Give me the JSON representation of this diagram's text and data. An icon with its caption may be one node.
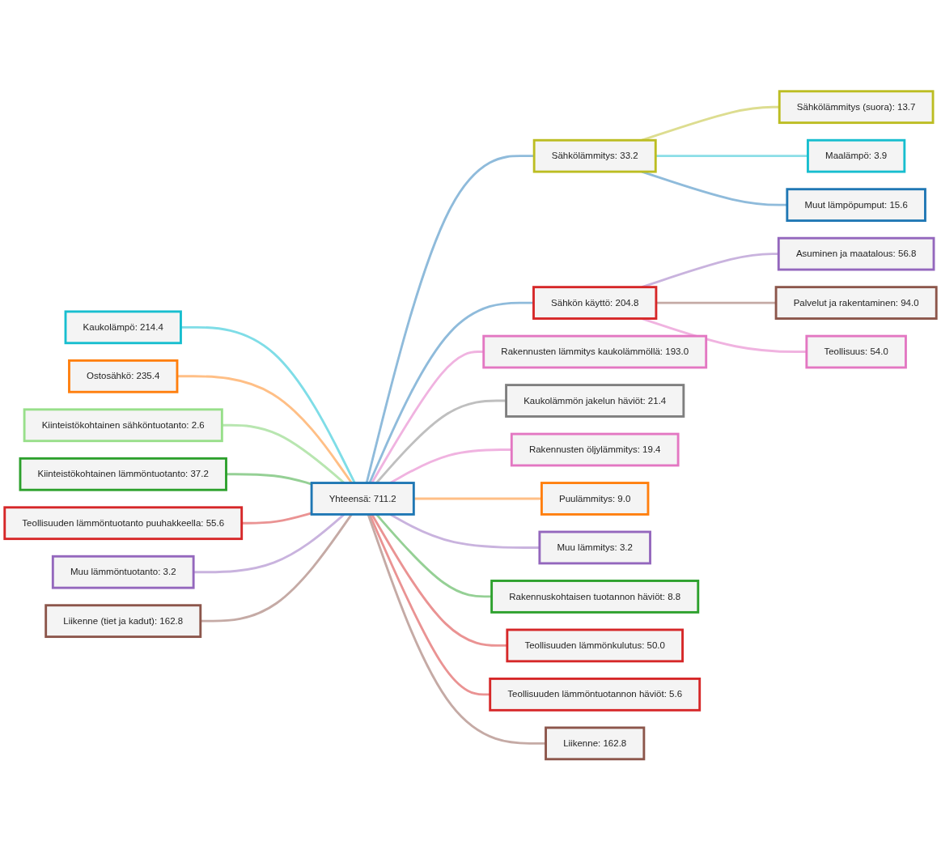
{
  "diagram": {
    "nodes": [
      {
        "text": [
          "Kaukolämpö: 214.4"
        ]
      },
      {
        "text": [
          "Ostosähkö: 235.4"
        ]
      },
      {
        "text": [
          "Kiinteistökohtainen sähköntuotanto: 2.6"
        ]
      },
      {
        "text": [
          "Kiinteistökohtainen lämmöntuotanto: 37.2"
        ]
      },
      {
        "text": [
          "Teollisuuden lämmöntuotanto puuhakkeella: 55.6"
        ]
      },
      {
        "text": [
          "Muu lämmöntuotanto: 3.2"
        ]
      },
      {
        "text": [
          "Liikenne (tiet ja kadut): 162.8"
        ]
      },
      {
        "text": [
          "Yhteensä: 711.2"
        ]
      },
      {
        "text": [
          "Sähkölämmitys: 33.2"
        ]
      },
      {
        "text": [
          "Sähkön käyttö: 204.8"
        ]
      },
      {
        "text": [
          "Rakennusten lämmitys kaukolämmöllä: 193.0"
        ]
      },
      {
        "text": [
          "Kaukolämmön jakelun häviöt: 21.4"
        ]
      },
      {
        "text": [
          "Rakennusten öljylämmitys: 19.4"
        ]
      },
      {
        "text": [
          "Sähkölämmitys (suora): 13.7"
        ]
      },
      {
        "text": [
          "Maalämpö: 3.9"
        ]
      },
      {
        "text": [
          "Muut lämpöpumput: 15.6"
        ]
      },
      {
        "text": [
          "Puulämmitys: 9.0"
        ]
      },
      {
        "text": [
          "Muu lämmitys: 3.2"
        ]
      },
      {
        "text": [
          "Rakennuskohtaisen tuotannon häviöt: 8.8"
        ]
      },
      {
        "text": [
          "Asuminen ja maatalous: 56.8"
        ]
      },
      {
        "text": [
          "Palvelut ja rakentaminen: 94.0"
        ]
      },
      {
        "text": [
          "Teollisuus: 54.0"
        ]
      },
      {
        "text": [
          "Teollisuuden lämmönkulutus: 50.0"
        ]
      },
      {
        "text": [
          "Teollisuuden lämmöntuotannon häviöt: 5.6"
        ]
      },
      {
        "text": [
          "Liikenne: 162.8"
        ]
      }
    ],
    "edges": [
      {
        "from": 0,
        "to": 7,
        "arrow": "none",
        "color": "#7fdde7"
      },
      {
        "from": 1,
        "to": 7,
        "arrow": "none",
        "color": "#ffbf86"
      },
      {
        "from": 2,
        "to": 7,
        "arrow": "none",
        "color": "#b8e6b0"
      },
      {
        "from": 3,
        "to": 7,
        "arrow": "none",
        "color": "#95d095"
      },
      {
        "from": 4,
        "to": 7,
        "arrow": "none",
        "color": "#ea9393"
      },
      {
        "from": 5,
        "to": 7,
        "arrow": "none",
        "color": "#c9b3de"
      },
      {
        "from": 6,
        "to": 7,
        "arrow": "none",
        "color": "#c5aaa5"
      },
      {
        "from": 7,
        "to": 10,
        "arrow": "none",
        "color": "#f0b3e0"
      },
      {
        "from": 7,
        "to": 11,
        "arrow": "none",
        "color": "#bfbfbf"
      },
      {
        "from": 7,
        "to": 12,
        "arrow": "none",
        "color": "#f0b3e0"
      },
      {
        "from": 7,
        "to": 8,
        "arrow": "none",
        "color": "#8fbbdb"
      },
      {
        "from": 7,
        "to": 16,
        "arrow": "none",
        "color": "#ffbf86"
      },
      {
        "from": 7,
        "to": 17,
        "arrow": "none",
        "color": "#c9b3de"
      },
      {
        "from": 7,
        "to": 18,
        "arrow": "none",
        "color": "#95d095"
      },
      {
        "from": 7,
        "to": 9,
        "arrow": "none",
        "color": "#8fbbdb"
      },
      {
        "from": 7,
        "to": 22,
        "arrow": "none",
        "color": "#ea9393"
      },
      {
        "from": 7,
        "to": 23,
        "arrow": "none",
        "color": "#ea9393"
      },
      {
        "from": 7,
        "to": 24,
        "arrow": "none",
        "color": "#c5aaa5"
      },
      {
        "from": 8,
        "to": 13,
        "arrow": "none",
        "color": "#dddd90"
      },
      {
        "from": 8,
        "to": 14,
        "arrow": "none",
        "color": "#8bdee7"
      },
      {
        "from": 8,
        "to": 15,
        "arrow": "none",
        "color": "#8fbbdb"
      },
      {
        "from": 9,
        "to": 19,
        "arrow": "none",
        "color": "#c9b3de"
      },
      {
        "from": 9,
        "to": 20,
        "arrow": "none",
        "color": "#c5aaa5"
      },
      {
        "from": 9,
        "to": 21,
        "arrow": "none",
        "color": "#f0b3e0"
      }
    ]
  }
}
